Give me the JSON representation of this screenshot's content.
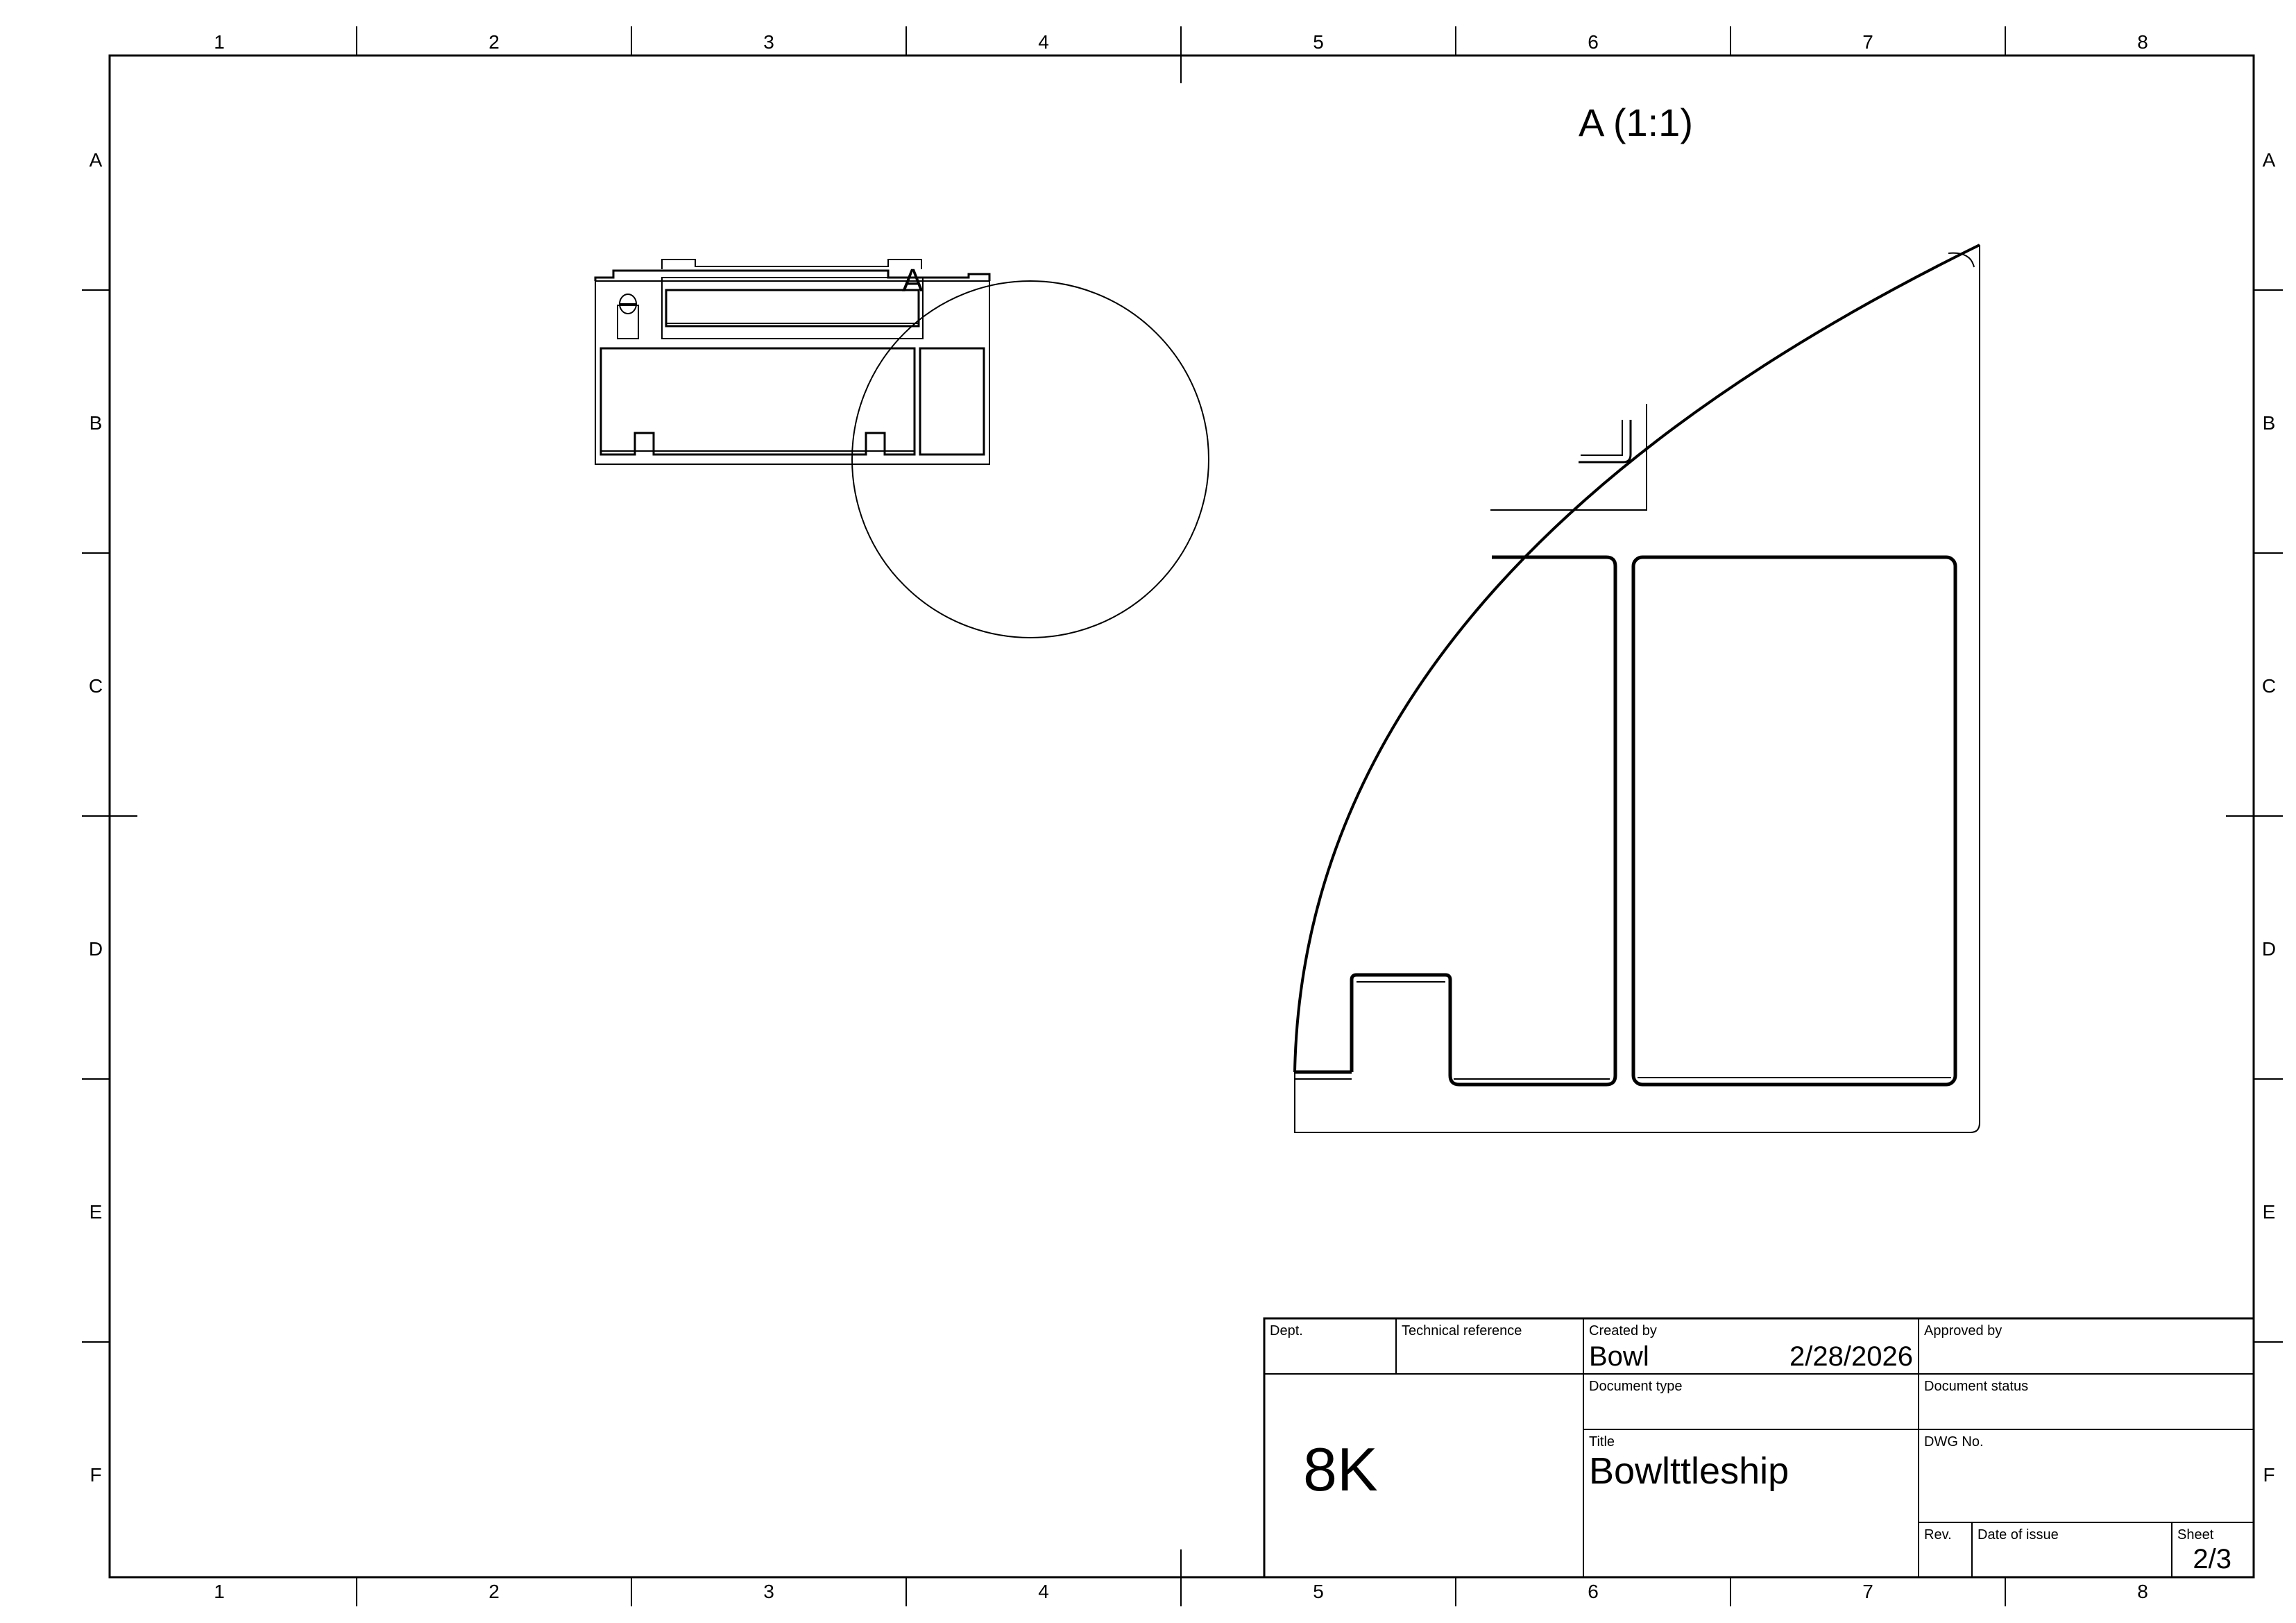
{
  "drawing": {
    "zone_columns": [
      "1",
      "2",
      "3",
      "4",
      "5",
      "6",
      "7",
      "8"
    ],
    "zone_rows": [
      "A",
      "B",
      "C",
      "D",
      "E",
      "F"
    ],
    "detail_marker": "A",
    "detail_view_label": "A (1:1)"
  },
  "title_block": {
    "dept_label": "Dept.",
    "tech_ref_label": "Technical reference",
    "created_by_label": "Created by",
    "created_by_value": "Bowl",
    "created_date": "2/28/2026",
    "approved_by_label": "Approved by",
    "document_type_label": "Document type",
    "document_status_label": "Document status",
    "title_label": "Title",
    "title_value": "Bowlttleship",
    "dwg_no_label": "DWG No.",
    "rev_label": "Rev.",
    "date_of_issue_label": "Date of issue",
    "sheet_label": "Sheet",
    "sheet_value": "2/3",
    "big_code": "8K"
  }
}
